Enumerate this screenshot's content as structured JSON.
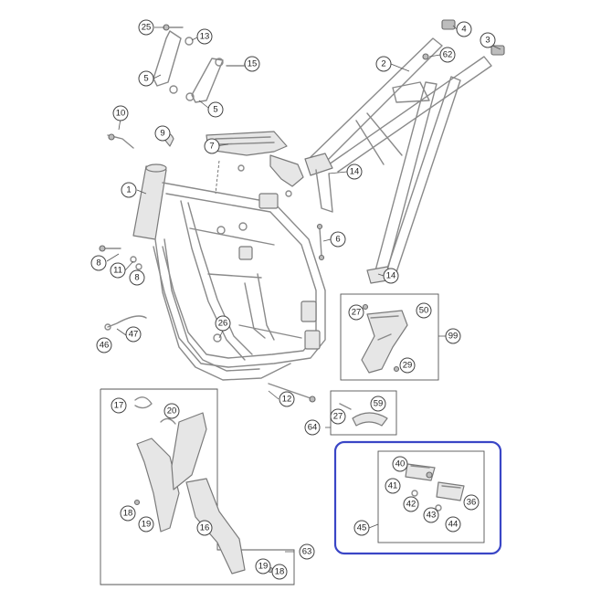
{
  "diagram": {
    "callouts": [
      {
        "id": "c25",
        "label": "25"
      },
      {
        "id": "c13",
        "label": "13"
      },
      {
        "id": "c5a",
        "label": "5"
      },
      {
        "id": "c15",
        "label": "15"
      },
      {
        "id": "c5b",
        "label": "5"
      },
      {
        "id": "c10",
        "label": "10"
      },
      {
        "id": "c9",
        "label": "9"
      },
      {
        "id": "c7",
        "label": "7"
      },
      {
        "id": "c1",
        "label": "1"
      },
      {
        "id": "c4",
        "label": "4"
      },
      {
        "id": "c3",
        "label": "3"
      },
      {
        "id": "c2",
        "label": "2"
      },
      {
        "id": "c62",
        "label": "62"
      },
      {
        "id": "c14a",
        "label": "14"
      },
      {
        "id": "c6",
        "label": "6"
      },
      {
        "id": "c14b",
        "label": "14"
      },
      {
        "id": "c8a",
        "label": "8"
      },
      {
        "id": "c11",
        "label": "11"
      },
      {
        "id": "c8b",
        "label": "8"
      },
      {
        "id": "c27a",
        "label": "27"
      },
      {
        "id": "c50",
        "label": "50"
      },
      {
        "id": "c99",
        "label": "99"
      },
      {
        "id": "c29",
        "label": "29"
      },
      {
        "id": "c26",
        "label": "26"
      },
      {
        "id": "c46",
        "label": "46"
      },
      {
        "id": "c47",
        "label": "47"
      },
      {
        "id": "c12",
        "label": "12"
      },
      {
        "id": "c59",
        "label": "59"
      },
      {
        "id": "c27b",
        "label": "27"
      },
      {
        "id": "c64",
        "label": "64"
      },
      {
        "id": "c17",
        "label": "17"
      },
      {
        "id": "c20",
        "label": "20"
      },
      {
        "id": "c18a",
        "label": "18"
      },
      {
        "id": "c19a",
        "label": "19"
      },
      {
        "id": "c16",
        "label": "16"
      },
      {
        "id": "c19b",
        "label": "19"
      },
      {
        "id": "c18b",
        "label": "18"
      },
      {
        "id": "c63",
        "label": "63"
      },
      {
        "id": "c40",
        "label": "40"
      },
      {
        "id": "c41",
        "label": "41"
      },
      {
        "id": "c42",
        "label": "42"
      },
      {
        "id": "c43",
        "label": "43"
      },
      {
        "id": "c36",
        "label": "36"
      },
      {
        "id": "c44",
        "label": "44"
      },
      {
        "id": "c45",
        "label": "45"
      }
    ],
    "highlight_color": "#3a46c6"
  }
}
